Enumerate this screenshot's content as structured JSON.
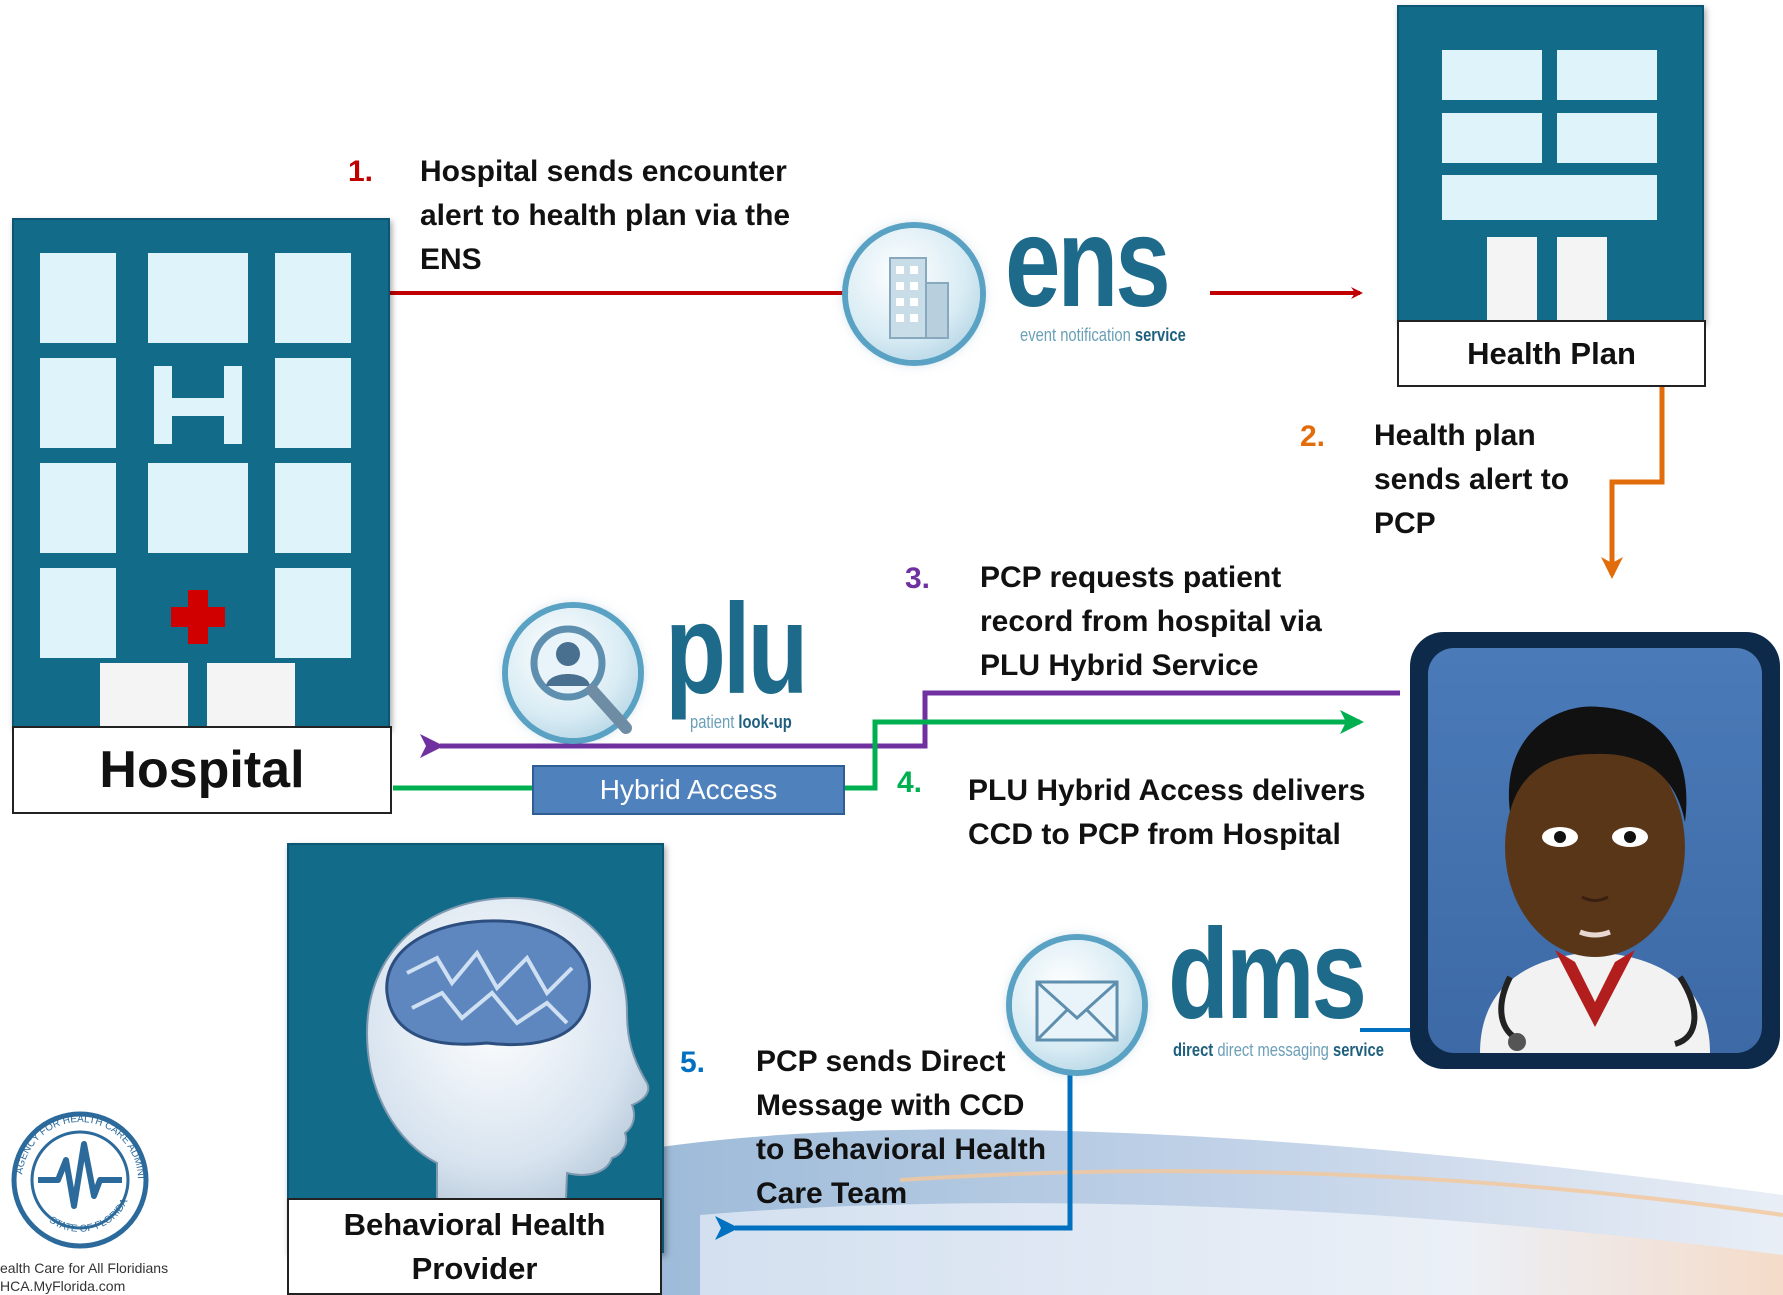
{
  "nodes": {
    "hospital": "Hospital",
    "health_plan": "Health Plan",
    "behavioral": "Behavioral Health Provider",
    "hybrid_access": "Hybrid Access"
  },
  "services": {
    "ens": {
      "word": "ens",
      "sub_light": "event notification",
      "sub_bold": "service"
    },
    "plu": {
      "word": "plu",
      "sub_light": "patient",
      "sub_bold": "look-up"
    },
    "dms": {
      "word": "dms",
      "sub_light": "direct messaging",
      "sub_bold": "service",
      "sub_pre": "direct"
    }
  },
  "steps": [
    {
      "num": "1.",
      "text": "Hospital sends encounter alert to health plan via the ENS",
      "color": "#c00000"
    },
    {
      "num": "2.",
      "text": "Health plan sends alert to PCP",
      "color": "#e36c0a"
    },
    {
      "num": "3.",
      "text": "PCP requests patient record from hospital via PLU Hybrid Service",
      "color": "#7030a0"
    },
    {
      "num": "4.",
      "text": "PLU Hybrid Access delivers CCD to PCP from Hospital",
      "color": "#00b050"
    },
    {
      "num": "5.",
      "text": "PCP sends Direct Message with CCD to Behavioral Health Care Team",
      "color": "#0070c0"
    }
  ],
  "logo": {
    "ring_text": "AGENCY FOR HEALTH CARE ADMINISTRATION",
    "state_text": "STATE OF FLORIDA",
    "tagline": "ealth Care for All Floridians",
    "url": "HCA.MyFlorida.com"
  },
  "colors": {
    "step1": "#c00000",
    "step2": "#e36c0a",
    "step3": "#7030a0",
    "step4": "#00b050",
    "step5": "#0070c0",
    "building": "#136b8a"
  }
}
